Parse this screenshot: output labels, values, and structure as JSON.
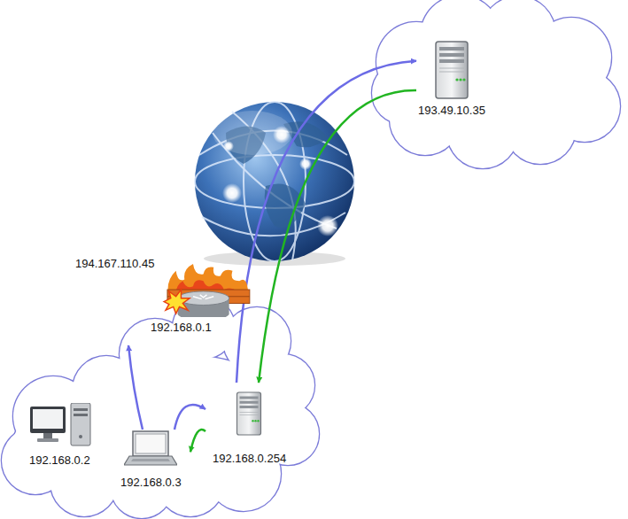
{
  "diagram": {
    "nodes": [
      {
        "text": [
          "193.49.10.35"
        ]
      },
      {
        "text": [
          "194.167.110.45",
          "192.168.0.1"
        ]
      },
      {
        "text": [
          "192.168.0.2"
        ]
      },
      {
        "text": [
          "192.168.0.3"
        ]
      },
      {
        "text": [
          "192.168.0.254"
        ]
      }
    ],
    "edges": [
      {
        "from": 3,
        "to": 1,
        "arrow": "to"
      },
      {
        "from": 3,
        "to": 4,
        "arrow": "to"
      },
      {
        "from": 4,
        "to": 3,
        "arrow": "to"
      },
      {
        "from": 4,
        "to": 0,
        "arrow": "to"
      },
      {
        "from": 0,
        "to": 4,
        "arrow": "to"
      }
    ]
  }
}
